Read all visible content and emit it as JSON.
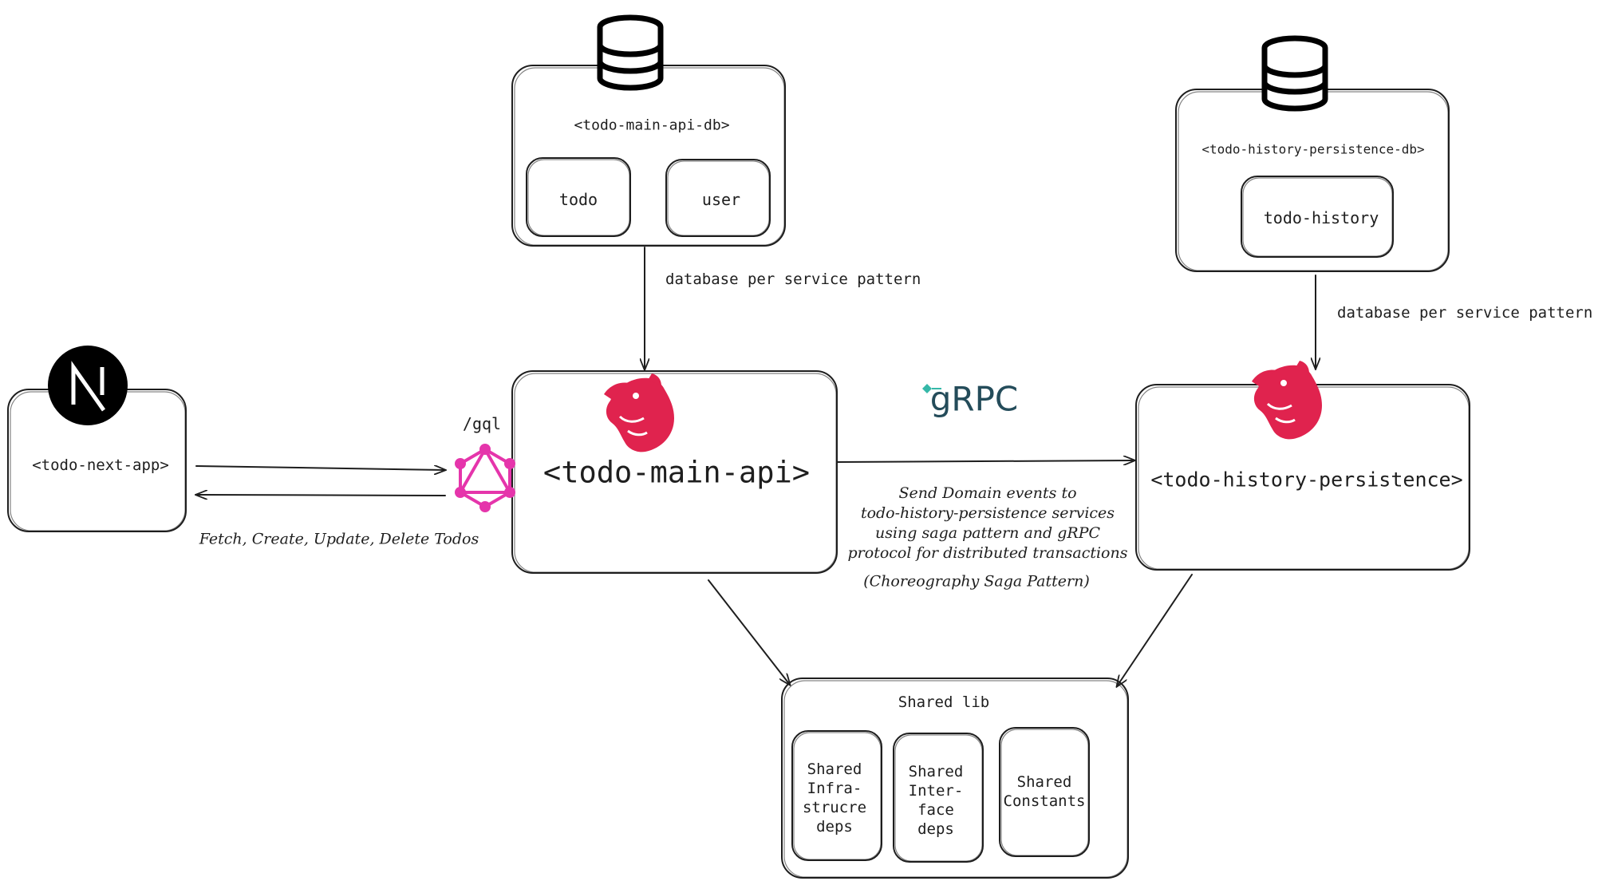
{
  "nodes": {
    "main_db": {
      "title": "<todo-main-api-db>",
      "tables": [
        "todo",
        "user"
      ]
    },
    "history_db": {
      "title": "<todo-history-persistence-db>",
      "tables": [
        "todo-history"
      ]
    },
    "next_app": {
      "label": "<todo-next-app>"
    },
    "main_api": {
      "label": "<todo-main-api>"
    },
    "history_api": {
      "label": "<todo-history-persistence>"
    },
    "shared_lib": {
      "title": "Shared lib",
      "modules": [
        "Shared\nInfra-\nstrucre\ndeps",
        "Shared\nInter-\nface\ndeps",
        "Shared\nConstants"
      ]
    }
  },
  "edges": {
    "db_pattern_main": "database per service pattern",
    "db_pattern_history": "database per service pattern",
    "gql_path": "/gql",
    "crud": "Fetch, Create, Update, Delete Todos",
    "events": [
      "Send Domain events to",
      "todo-history-persistence services",
      "using saga pattern and gRPC",
      "protocol for distributed transactions"
    ],
    "saga": "(Choreography Saga Pattern)"
  },
  "logos": {
    "grpc": "gRPC"
  },
  "colors": {
    "nest_red": "#e0234e",
    "graphql_pink": "#e535ab",
    "grpc_teal": "#244c5a",
    "grpc_accent": "#35b8a8",
    "stroke": "#1e1e1e"
  }
}
